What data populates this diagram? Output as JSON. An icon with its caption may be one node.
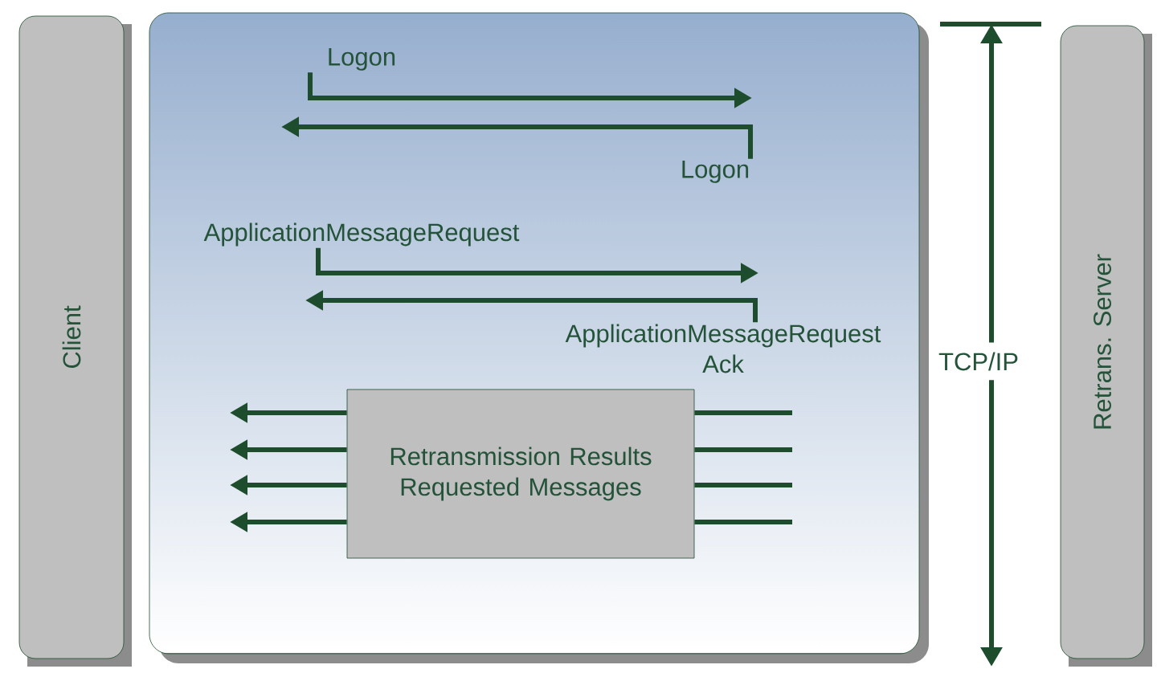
{
  "diagram": {
    "nodes": [
      {
        "text": [
          "Client"
        ]
      },
      {
        "text": [],
        "shape": "box"
      },
      {
        "text": [
          "Logon"
        ],
        "in": 1
      },
      {
        "text": [
          "Logon"
        ],
        "in": 1
      },
      {
        "text": [
          "ApplicationMessageRequest"
        ],
        "in": 1
      },
      {
        "text": [
          "ApplicationMessageRequest Ack"
        ],
        "in": 1
      },
      {
        "text": [
          "Retransmission Results Requested Messages"
        ],
        "in": 1
      },
      {
        "text": [
          "Retrans. Server"
        ]
      }
    ],
    "edges": [
      {
        "from": 2,
        "to": null,
        "arrow": "to"
      },
      {
        "from": 3,
        "to": null,
        "arrow": "to"
      },
      {
        "from": 4,
        "to": null,
        "arrow": "to"
      },
      {
        "from": 5,
        "to": null,
        "arrow": "to"
      },
      {
        "from": 6,
        "to": null,
        "arrow": "to"
      },
      {
        "from": 6,
        "to": null,
        "arrow": "to"
      },
      {
        "from": 6,
        "to": null,
        "arrow": "to"
      },
      {
        "from": 6,
        "to": null,
        "arrow": "to"
      },
      {
        "from": null,
        "to": 6,
        "arrow": "none"
      },
      {
        "from": null,
        "to": 6,
        "arrow": "none"
      },
      {
        "from": null,
        "to": 6,
        "arrow": "none"
      },
      {
        "from": null,
        "to": 6,
        "arrow": "none"
      }
    ],
    "labels": [
      "TCP/IP"
    ]
  }
}
